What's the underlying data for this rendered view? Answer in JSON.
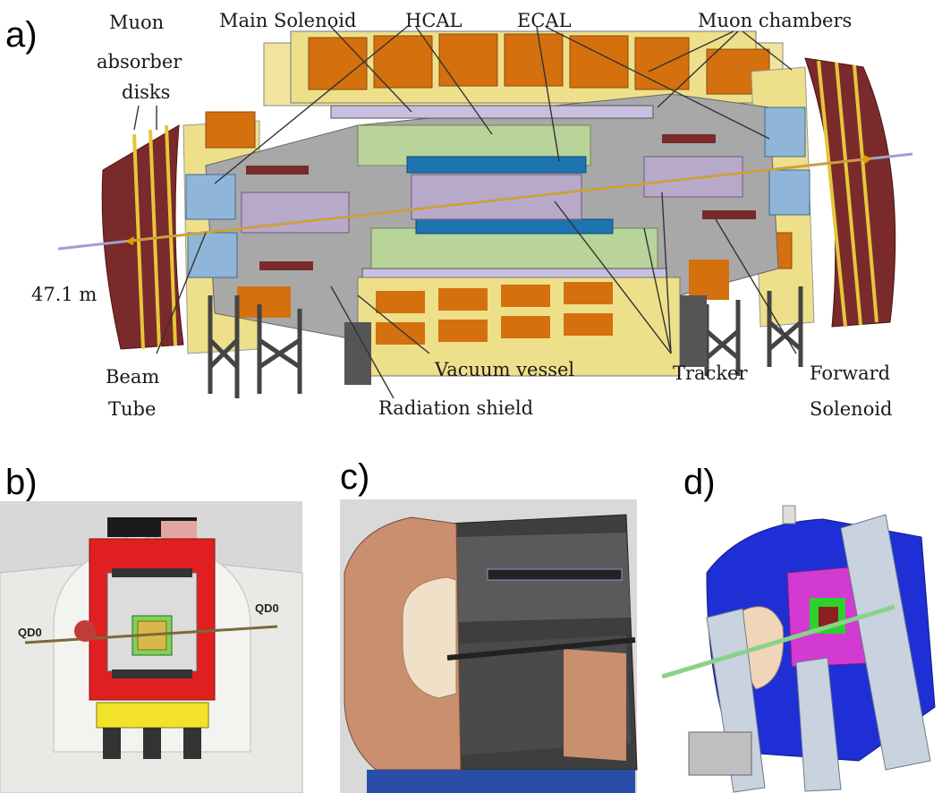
{
  "panels": {
    "a": "a)",
    "b": "b)",
    "c": "c)",
    "d": "d)"
  },
  "labels_a": {
    "muon_absorber_1": "Muon",
    "muon_absorber_2": "absorber",
    "muon_absorber_3": "disks",
    "main_solenoid": "Main Solenoid",
    "hcal": "HCAL",
    "ecal": "ECAL",
    "muon_chambers": "Muon chambers",
    "length": "47.1 m",
    "beam_tube_1": "Beam",
    "beam_tube_2": "Tube",
    "vacuum_vessel": "Vacuum vessel",
    "radiation_shield": "Radiation shield",
    "tracker": "Tracker",
    "forward_solenoid_1": "Forward",
    "forward_solenoid_2": "Solenoid"
  },
  "labels_b": {
    "qd0_left": "QD0",
    "qd0_right": "QD0"
  },
  "colors": {
    "orange": "#d4700e",
    "yellow": "#eee08a",
    "green": "#b8d49a",
    "blue": "#1d74b0",
    "lightblue": "#8fb6d9",
    "maroon": "#7a2a2a",
    "grey": "#9a9a9a",
    "lavender": "#b9a9c9",
    "red": "#e02020",
    "darkblue": "#1f2fd6",
    "copper": "#c98f6e"
  }
}
